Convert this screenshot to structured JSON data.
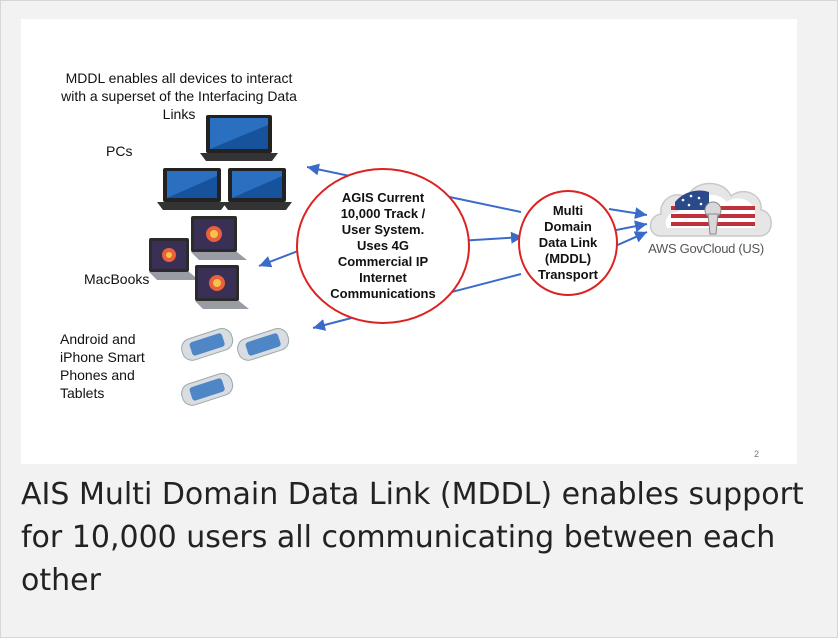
{
  "slide": {
    "intro_text": "MDDL enables all devices to interact with a superset of the Interfacing Data Links",
    "pcs_label": "PCs",
    "macbooks_label": "MacBooks",
    "phones_label": "Android and iPhone Smart Phones and Tablets",
    "agis_text": "AGIS Current\n10,000 Track /\nUser System.\nUses 4G\nCommercial IP\nInternet\nCommunications",
    "mddl_text": "Multi\nDomain\nData Link\n(MDDL)\nTransport",
    "aws_label": "AWS GovCloud (US)",
    "page_number": "2",
    "colors": {
      "circle_border": "#dd2222",
      "arrow": "#3a6bc9",
      "flag_red": "#c0303a",
      "flag_blue": "#2b4a8c"
    }
  },
  "caption": "AIS Multi Domain Data Link (MDDL) enables support for 10,000 users all communicating between each other",
  "icons": [
    "laptop-icon",
    "macbook-icon",
    "smartphone-icon",
    "cloud-flag-icon",
    "keyhole-icon",
    "arrow-icon"
  ]
}
